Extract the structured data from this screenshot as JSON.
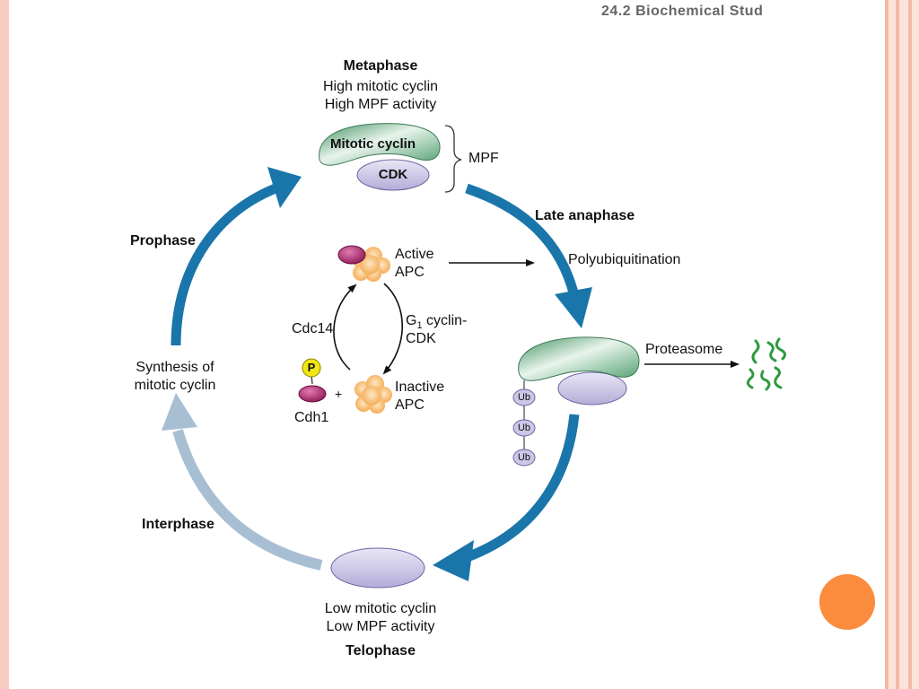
{
  "header": {
    "text": "24.2 Biochemical Stud"
  },
  "colors": {
    "arrow_blue": "#1a76aa",
    "arrow_pale": "#a8bfd3",
    "cyclin_green": "#5fa97a",
    "cdk_lavender": "#cbc7e6",
    "apc_orange": "#f7b868",
    "cdh1_magenta": "#b8327a",
    "phosphate_yellow": "#f2e614",
    "fragment_green": "#2e9a3e",
    "slide_border": "#f4c4b4",
    "orange_dot": "#fb8c3e"
  },
  "metaphase": {
    "title": "Metaphase",
    "line1": "High mitotic cyclin",
    "line2": "High MPF activity"
  },
  "mpf_complex": {
    "cyclin_label": "Mitotic cyclin",
    "cdk_label": "CDK",
    "mpf_label": "MPF"
  },
  "late_anaphase": {
    "label": "Late anaphase",
    "polyubiquitination": "Polyubiquitination"
  },
  "apc": {
    "active_line1": "Active",
    "active_line2": "APC",
    "inactive_line1": "Inactive",
    "inactive_line2": "APC",
    "cdc14": "Cdc14",
    "g1_prefix": "G",
    "g1_sub": "1",
    "g1_suffix": " cyclin-",
    "g1_line2": "CDK",
    "phosphate": "P",
    "plus": "+",
    "cdh1": "Cdh1"
  },
  "degradation": {
    "proteasome": "Proteasome",
    "ub_tags": [
      "Ub",
      "Ub",
      "Ub"
    ]
  },
  "telophase": {
    "line1": "Low mitotic cyclin",
    "line2": "Low MPF activity",
    "title": "Telophase"
  },
  "left_side": {
    "prophase": "Prophase",
    "synthesis_line1": "Synthesis of",
    "synthesis_line2": "mitotic cyclin",
    "interphase": "Interphase"
  }
}
